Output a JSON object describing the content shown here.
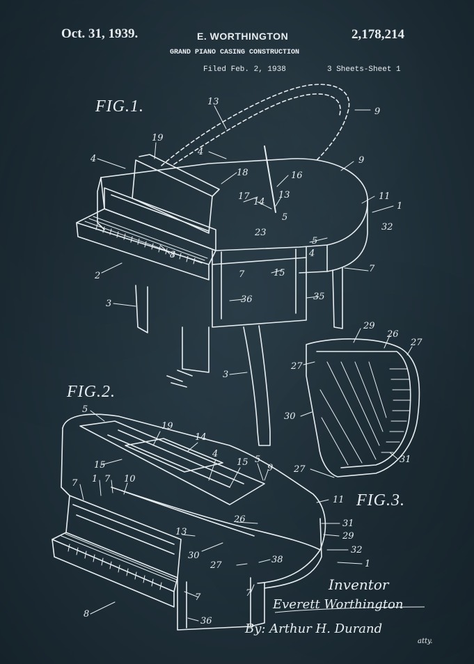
{
  "header": {
    "date": "Oct. 31, 1939.",
    "inventor": "E. WORTHINGTON",
    "patent_number": "2,178,214",
    "title": "GRAND PIANO CASING CONSTRUCTION",
    "filed": "Filed Feb. 2, 1938",
    "sheets": "3 Sheets-Sheet 1"
  },
  "figures": {
    "fig1": "FIG.1.",
    "fig2": "FIG.2.",
    "fig3": "FIG.3."
  },
  "signature": {
    "label": "Inventor",
    "name": "Everett Worthington",
    "attorney": "By: Arthur H. Durand",
    "attorney_suffix": "atty."
  },
  "reference_numbers": {
    "fig1": [
      "13",
      "9",
      "19",
      "4",
      "4",
      "18",
      "16",
      "9",
      "11",
      "1",
      "17",
      "14",
      "13",
      "5",
      "23",
      "32",
      "5",
      "4",
      "7",
      "2",
      "8",
      "15",
      "7",
      "3",
      "36",
      "35",
      "3"
    ],
    "fig2": [
      "5",
      "19",
      "14",
      "15",
      "4",
      "15",
      "5",
      "9",
      "7",
      "1",
      "7",
      "10",
      "11",
      "13",
      "26",
      "31",
      "29",
      "30",
      "27",
      "38",
      "32",
      "1",
      "7",
      "7",
      "8",
      "36"
    ],
    "fig3": [
      "29",
      "26",
      "27",
      "27",
      "30",
      "27",
      "31"
    ]
  },
  "colors": {
    "ink": "#e8eef0",
    "paper": "#22333d"
  }
}
